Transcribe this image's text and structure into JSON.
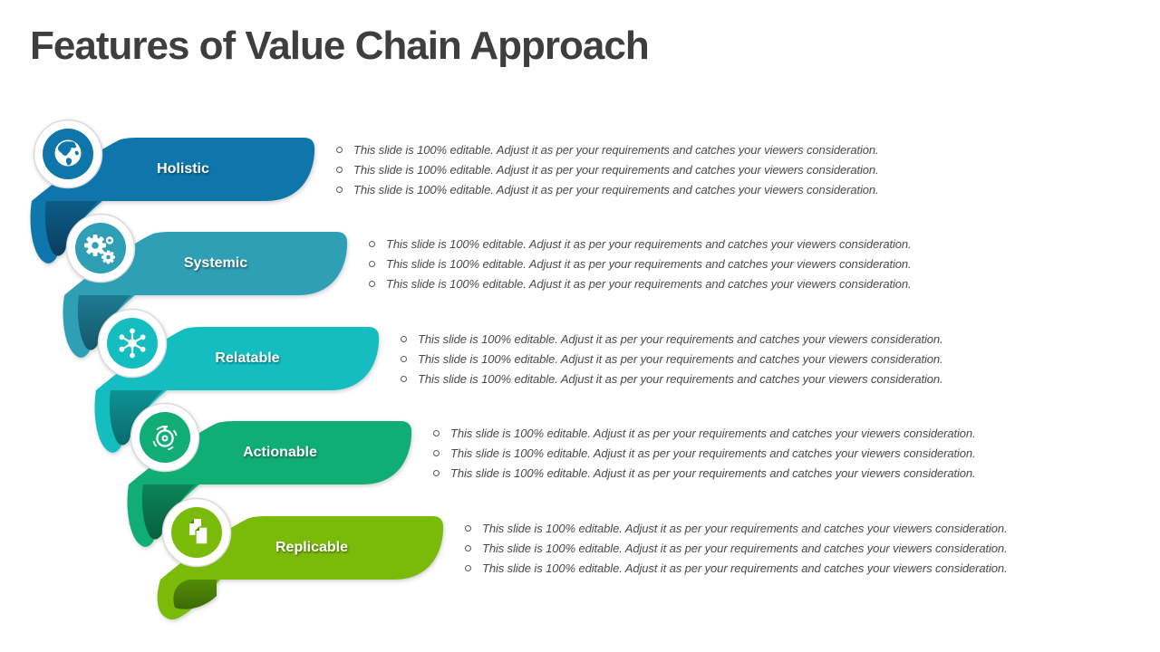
{
  "slide": {
    "title": "Features of Value Chain Approach",
    "title_color": "#3E3E3E",
    "background": "#FFFFFF"
  },
  "items": [
    {
      "label": "Holistic",
      "icon": "globe-icon",
      "color_main": "#0E76AA",
      "color_fold": "#0C5C86",
      "color_tip": "#0A3E60",
      "bullets": [
        "This slide is 100% editable. Adjust it as per your requirements and catches your viewers consideration.",
        "This slide is 100% editable. Adjust it as per your requirements and catches your viewers consideration.",
        "This slide is 100% editable. Adjust it as per your requirements and catches your viewers consideration."
      ]
    },
    {
      "label": "Systemic",
      "icon": "gears-icon",
      "color_main": "#2E9FB5",
      "color_fold": "#1E7B91",
      "color_tip": "#14586B",
      "bullets": [
        "This slide is 100% editable. Adjust it as per your requirements and catches your viewers consideration.",
        "This slide is 100% editable. Adjust it as per your requirements and catches your viewers consideration.",
        "This slide is 100% editable. Adjust it as per your requirements and catches your viewers consideration."
      ]
    },
    {
      "label": "Relatable",
      "icon": "network-hub-icon",
      "color_main": "#14BEC0",
      "color_fold": "#0E9295",
      "color_tip": "#0A6C6E",
      "bullets": [
        "This slide is 100% editable. Adjust it as per your requirements and catches your viewers consideration.",
        "This slide is 100% editable. Adjust it as per your requirements and catches your viewers consideration.",
        "This slide is 100% editable. Adjust it as per your requirements and catches your viewers consideration."
      ]
    },
    {
      "label": "Actionable",
      "icon": "stopwatch-icon",
      "color_main": "#10AE76",
      "color_fold": "#0B8458",
      "color_tip": "#07603F",
      "bullets": [
        "This slide is 100% editable. Adjust it as per your requirements and catches your viewers consideration.",
        "This slide is 100% editable. Adjust it as per your requirements and catches your viewers consideration.",
        "This slide is 100% editable. Adjust it as per your requirements and catches your viewers consideration."
      ]
    },
    {
      "label": "Replicable",
      "icon": "copy-documents-icon",
      "color_main": "#7ABB0A",
      "color_fold": "#538C08",
      "color_tip": "#3C6A05",
      "bullets": [
        "This slide is 100% editable. Adjust it as per your requirements and catches your viewers consideration.",
        "This slide is 100% editable. Adjust it as per your requirements and catches your viewers consideration.",
        "This slide is 100% editable. Adjust it as per your requirements and catches your viewers consideration."
      ]
    }
  ]
}
